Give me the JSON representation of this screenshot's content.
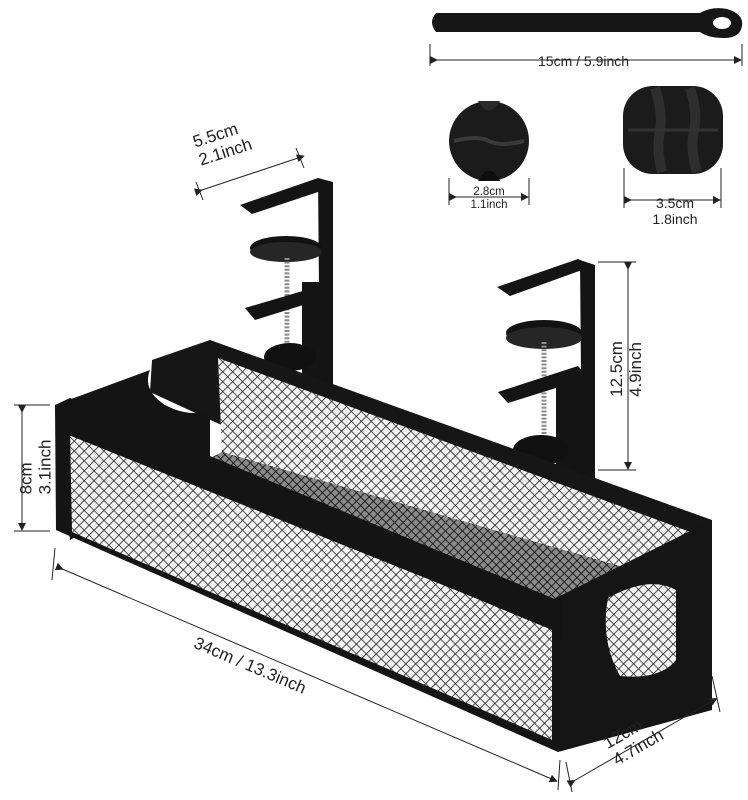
{
  "product": {
    "strap_dimension": "15cm / 5.9inch",
    "small_clip_dimension": [
      "2.8cm",
      "1.1inch"
    ],
    "large_clip_dimension": [
      "3.5cm",
      "1.8inch"
    ],
    "clamp_depth": [
      "5.5cm",
      "2.1inch"
    ],
    "clamp_height": [
      "12.5cm",
      "4.9inch"
    ],
    "tray_height": [
      "8cm",
      "3.1inch"
    ],
    "tray_length": "34cm / 13.3inch",
    "tray_width": [
      "12cm",
      "4.7inch"
    ]
  },
  "colors": {
    "product": "#141414",
    "mesh": "#3a3a3a",
    "dimension_line": "#222222"
  }
}
